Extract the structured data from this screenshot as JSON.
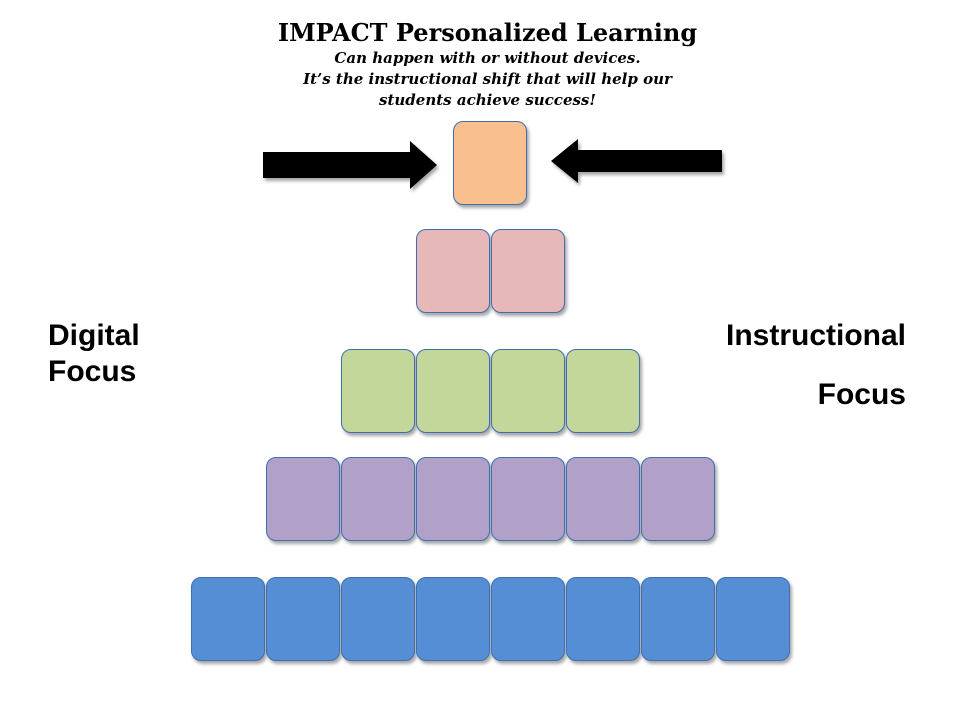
{
  "header": {
    "title": "IMPACT Personalized Learning",
    "subtitle_lines": [
      "Can happen with or without devices.",
      "It’s the instructional shift that will help our",
      "students achieve success!"
    ]
  },
  "labels": {
    "left_lines": [
      "Digital",
      "Focus"
    ],
    "right_line_1": "Instructional",
    "right_line_2": "Focus"
  },
  "pyramid": {
    "tiers": [
      {
        "blocks": 1,
        "color": "#f9bf8f"
      },
      {
        "blocks": 2,
        "color": "#e6b8b7"
      },
      {
        "blocks": 4,
        "color": "#c4d79b"
      },
      {
        "blocks": 6,
        "color": "#b1a0c7"
      },
      {
        "blocks": 8,
        "color": "#558ed5"
      }
    ]
  },
  "arrows": {
    "color": "#000000",
    "items": [
      {
        "direction": "right",
        "icon": "arrow-right-icon"
      },
      {
        "direction": "left",
        "icon": "arrow-left-icon"
      }
    ]
  }
}
